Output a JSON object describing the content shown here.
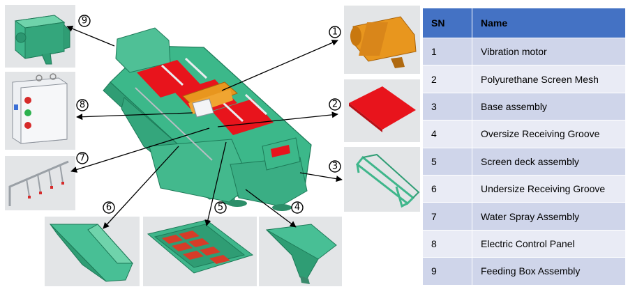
{
  "table": {
    "headers": {
      "sn": "SN",
      "name": "Name"
    },
    "rows": [
      {
        "sn": "1",
        "name": "Vibration motor"
      },
      {
        "sn": "2",
        "name": "Polyurethane Screen Mesh"
      },
      {
        "sn": "3",
        "name": "Base assembly"
      },
      {
        "sn": "4",
        "name": "Oversize Receiving Groove"
      },
      {
        "sn": "5",
        "name": "Screen deck assembly"
      },
      {
        "sn": "6",
        "name": "Undersize Receiving Groove"
      },
      {
        "sn": "7",
        "name": "Water Spray Assembly"
      },
      {
        "sn": "8",
        "name": "Electric Control Panel"
      },
      {
        "sn": "9",
        "name": "Feeding Box Assembly"
      }
    ],
    "header_color": "#4472c4",
    "row_colors": [
      "#cfd5ea",
      "#e9ebf5"
    ]
  },
  "diagram": {
    "callouts": [
      "1",
      "2",
      "3",
      "4",
      "5",
      "6",
      "7",
      "8",
      "9"
    ],
    "machine_color": "#3cb88a",
    "mesh_color": "#e8141c",
    "motor_color": "#e8961e"
  }
}
